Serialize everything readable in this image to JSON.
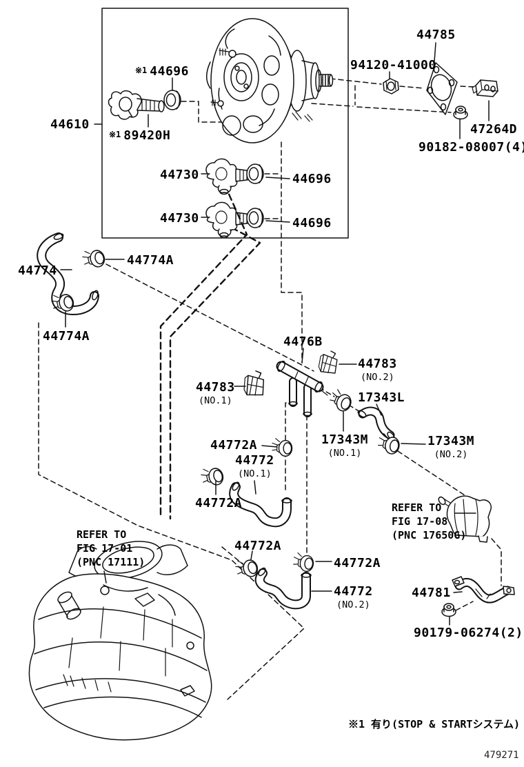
{
  "doc": {
    "footnote": "※1 有り(STOP & STARTシステム)",
    "page_number": "479271"
  },
  "parts": {
    "booster": {
      "number": "44610"
    },
    "grommet_top": {
      "prefix": "※1",
      "number": "44696"
    },
    "sensor": {
      "prefix": "※1",
      "number": "89420H"
    },
    "gasket": {
      "number": "44785"
    },
    "nut_booster": {
      "number": "94120-41000"
    },
    "clamp_block": {
      "number": "47264D"
    },
    "nut_gasket": {
      "number": "90182-08007(4)"
    },
    "check_valve_1": {
      "number": "44730"
    },
    "grommet_1": {
      "number": "44696"
    },
    "check_valve_2": {
      "number": "44730"
    },
    "grommet_2": {
      "number": "44696"
    },
    "hose_main": {
      "number": "44774"
    },
    "clamp_main_1": {
      "number": "44774A"
    },
    "clamp_main_2": {
      "number": "44774A"
    },
    "pipe": {
      "number": "4476B"
    },
    "clip_no2": {
      "number": "44783",
      "suffix": "(NO.2)"
    },
    "clip_no1": {
      "number": "44783",
      "suffix": "(NO.1)"
    },
    "hose_17343": {
      "number": "17343L"
    },
    "clamp_17343_no1": {
      "number": "17343M",
      "suffix": "(NO.1)"
    },
    "clamp_17343_no2": {
      "number": "17343M",
      "suffix": "(NO.2)"
    },
    "clamp_44772_1": {
      "number": "44772A"
    },
    "hose_no1": {
      "number": "44772",
      "suffix": "(NO.1)"
    },
    "clamp_44772_2": {
      "number": "44772A"
    },
    "refer_valve": {
      "line1": "REFER TO",
      "line2": "FIG 17-08",
      "line3": "(PNC 17650G)"
    },
    "refer_manifold": {
      "line1": "REFER TO",
      "line2": "FIG 17-01",
      "line3": "(PNC 17111)"
    },
    "clamp_44772_3": {
      "number": "44772A"
    },
    "clamp_44772_4": {
      "number": "44772A"
    },
    "hose_no2": {
      "number": "44772",
      "suffix": "(NO.2)"
    },
    "bracket": {
      "number": "44781"
    },
    "nut_bracket": {
      "number": "90179-06274(2)"
    }
  }
}
